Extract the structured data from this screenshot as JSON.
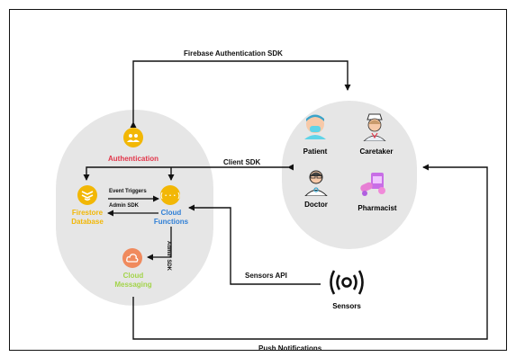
{
  "nodes": {
    "authentication": "Authentication",
    "firestore": "Firestore\nDatabase",
    "cloud_functions": "Cloud\nFunctions",
    "cloud_messaging": "Cloud\nMessaging",
    "patient": "Patient",
    "caretaker": "Caretaker",
    "doctor": "Doctor",
    "pharmacist": "Pharmacist",
    "sensors": "Sensors"
  },
  "edges": {
    "firebase_auth_sdk": "Firebase Authentication SDK",
    "client_sdk": "Client SDK",
    "event_triggers": "Event Triggers",
    "admin_sdk": "Admin SDK",
    "admin_sdk_vertical": "Admin SDK",
    "sensors_api": "Sensors API",
    "push_notifications": "Push Notifications"
  },
  "colors": {
    "authentication": "#f2b705",
    "authentication_text": "#e2364a",
    "firestore": "#f2b705",
    "firestore_text": "#f2b705",
    "cloud_functions": "#f2b705",
    "cloud_functions_text": "#2f7fd6",
    "cloud_messaging": "#f08a5d",
    "cloud_messaging_text": "#a3d44b"
  }
}
